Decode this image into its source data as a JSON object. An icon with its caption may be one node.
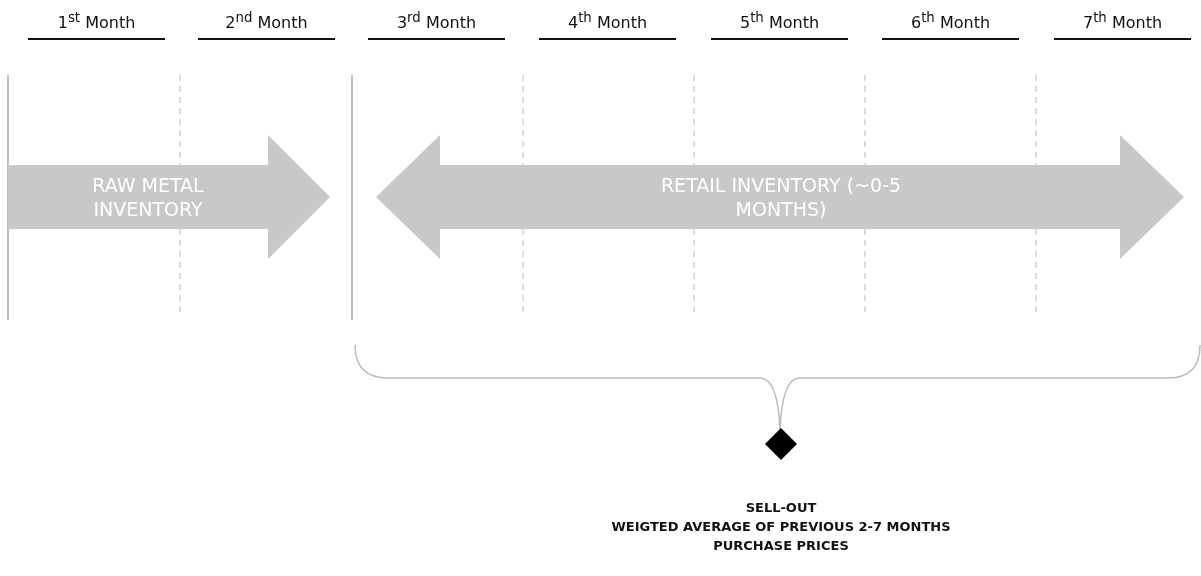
{
  "diagram": {
    "nodes": [
      {
        "text": [
          "RAW METAL INVENTORY"
        ]
      },
      {
        "text": [
          "RETAIL INVENTORY (~0-5 MONTHS)"
        ]
      },
      {
        "text": [],
        "shape": "diamond",
        "beside": [
          "SELL-OUT",
          "WEIGTED AVERAGE OF PREVIOUS 2-7 MONTHS PURCHASE PRICES"
        ]
      }
    ],
    "edges": [],
    "labels": [
      "1$^{st}$ Month",
      "2$^{nd}$ Month",
      "3$^{rd}$ Month",
      "4$^{th}$ Month",
      "5$^{th}$ Month",
      "6$^{th}$ Month",
      "7$^{th}$ Month"
    ]
  }
}
